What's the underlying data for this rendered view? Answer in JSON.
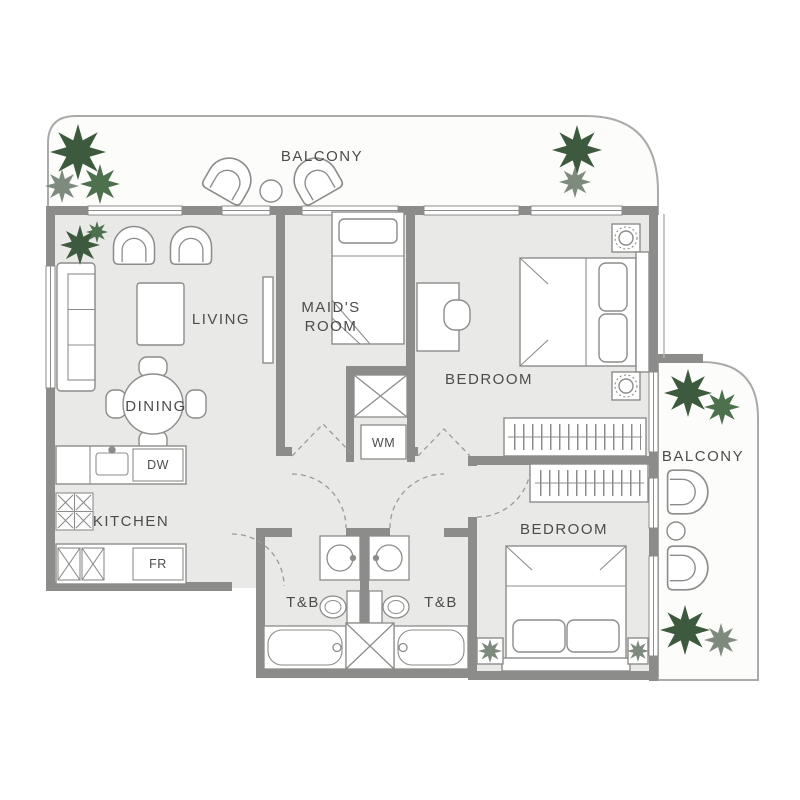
{
  "colors": {
    "wall": "#8c8c8a",
    "floor": "#e9e9e7",
    "balcony_floor": "#fcfcfb",
    "balcony_outline": "#aaaaa8",
    "door_dash": "#9a9a98",
    "label_text": "#4c4c4a",
    "plant_green_dark": "#3e5a3e",
    "plant_green": "#4d714d",
    "plant_gray": "#7d8a7d"
  },
  "labels": {
    "balcony_top": "BALCONY",
    "balcony_right": "BALCONY",
    "living": "LIVING",
    "dining": "DINING",
    "maids_room_line1": "MAID'S",
    "maids_room_line2": "ROOM",
    "bedroom_top": "BEDROOM",
    "bedroom_bottom": "BEDROOM",
    "kitchen": "KITCHEN",
    "bathroom_left": "T&B",
    "bathroom_right": "T&B",
    "washing_machine": "WM",
    "dishwasher": "DW",
    "fridge": "FR"
  }
}
